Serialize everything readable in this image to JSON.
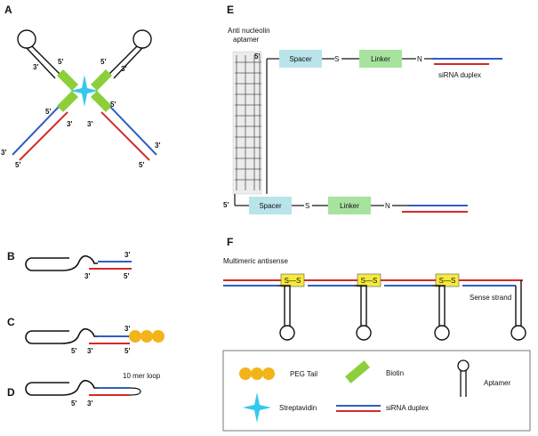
{
  "panels": {
    "a": {
      "letter": "A"
    },
    "b": {
      "letter": "B"
    },
    "c": {
      "letter": "C"
    },
    "d": {
      "letter": "D",
      "loop_label": "10 mer loop"
    },
    "e": {
      "letter": "E",
      "aptamer_line1": "Anti nucleolin",
      "aptamer_line2": "aptamer",
      "spacer": "Spacer",
      "s": "S",
      "linker": "Linker",
      "n": "N",
      "duplex_label": "siRNA duplex"
    },
    "f": {
      "letter": "F",
      "title": "Multimeric antisense",
      "ss": "S—S",
      "sense_label": "Sense strand"
    }
  },
  "ends": {
    "five": "5'",
    "three": "3'"
  },
  "legend": {
    "peg_tail": "PEG Tail",
    "biotin": "Biotin",
    "aptamer": "Aptamer",
    "streptavidin": "Streptavidin",
    "sirna_duplex": "siRNA duplex"
  },
  "colors": {
    "sense": "#2f5fc4",
    "antisense": "#d42a2a",
    "biotin": "#8ccf3a",
    "streptavidin": "#35c8ee",
    "peg": "#f2b418",
    "spacer_box": "#b8e4ea",
    "linker_box": "#a7e29f",
    "ss_box": "#f6ea3c"
  },
  "icons": [
    "streptavidin-star-icon",
    "biotin-bar-icon",
    "peg-tail-icon",
    "aptamer-hairpin-icon",
    "sirna-duplex-icon"
  ]
}
